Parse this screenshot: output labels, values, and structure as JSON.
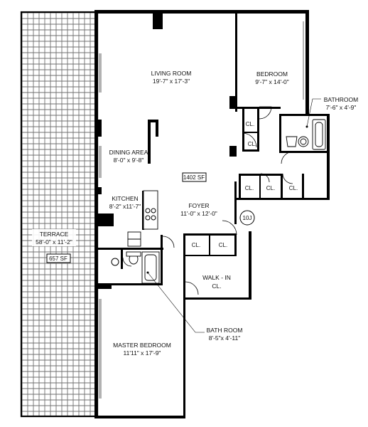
{
  "rooms": {
    "living": {
      "name": "LIVING ROOM",
      "dim": "19'-7\" x 17'-3\""
    },
    "bedroom": {
      "name": "BEDROOM",
      "dim": "9'-7\" x 14'-0\""
    },
    "bathroom": {
      "name": "BATHROOM",
      "dim": "7'-6\" x 4'-9\""
    },
    "dining": {
      "name": "DINING AREA",
      "dim": "8'-0\" x 9'-8\""
    },
    "kitchen": {
      "name": "KITCHEN",
      "dim": "8'-2\" x11'-7\""
    },
    "foyer": {
      "name": "FOYER",
      "dim": "11'-0\" x 12'-0\""
    },
    "terrace": {
      "name": "TERRACE",
      "dim": "58'-0\" x 11'-2\""
    },
    "walkin": {
      "name": "WALK - IN",
      "dim": "CL."
    },
    "bath2": {
      "name": "BATH ROOM",
      "dim": "8'-5\"x 4'-11\""
    },
    "master": {
      "name": "MASTER BEDROOM",
      "dim": "11'11\" x 17'-9\""
    }
  },
  "areas": {
    "interior": "1402 SF",
    "terrace": "657 SF"
  },
  "closet_label": "CL.",
  "unit_tag": "10J"
}
